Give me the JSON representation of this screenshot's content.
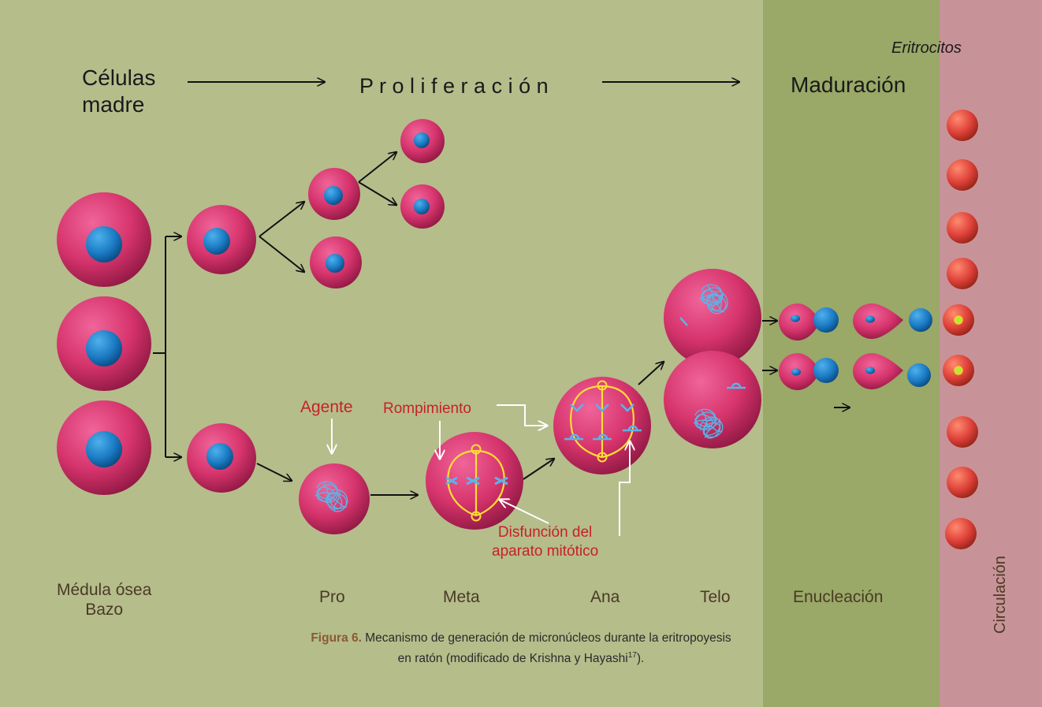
{
  "colors": {
    "main_bg": "#b5bd8b",
    "maturation_bg": "#9aa868",
    "circulation_bg": "#c89398",
    "cell": "#d6346c",
    "nucleus": "#1b7bc4",
    "erythrocyte": "#dd4038",
    "chromatin": "#5ab4e8",
    "spindle": "#ffdd33",
    "label_red": "#c8202a"
  },
  "header": {
    "stem_cells_line1": "Células",
    "stem_cells_line2": "madre",
    "proliferation": "P r o l i f e r a c i ó n",
    "maturation": "Maduración",
    "erythrocytes": "Eritrocitos"
  },
  "annotations": {
    "agent": "Agente",
    "breakage": "Rompimiento",
    "dysfunction_line1": "Disfunción del",
    "dysfunction_line2": "aparato mitótico"
  },
  "stages": {
    "tissue_line1": "Médula ósea",
    "tissue_line2": "Bazo",
    "pro": "Pro",
    "meta": "Meta",
    "ana": "Ana",
    "telo": "Telo",
    "enucleation": "Enucleación",
    "circulation": "Circulación"
  },
  "caption": {
    "figure_label": "Figura 6.",
    "line1": " Mecanismo de generación de micronúcleos durante la eritropoyesis",
    "line2_pre": "en ratón (modificado de Krishna y Hayashi",
    "line2_sup": "17",
    "line2_post": ")."
  }
}
